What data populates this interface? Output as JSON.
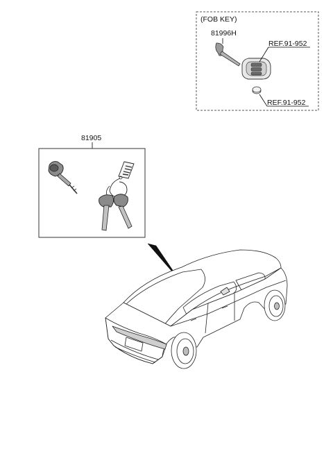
{
  "fob_box": {
    "title": "(FOB KEY)",
    "part_number": "81996H",
    "ref_upper": "REF.91-952",
    "ref_lower": "REF.91-952"
  },
  "key_set_box": {
    "part_number": "81905"
  }
}
